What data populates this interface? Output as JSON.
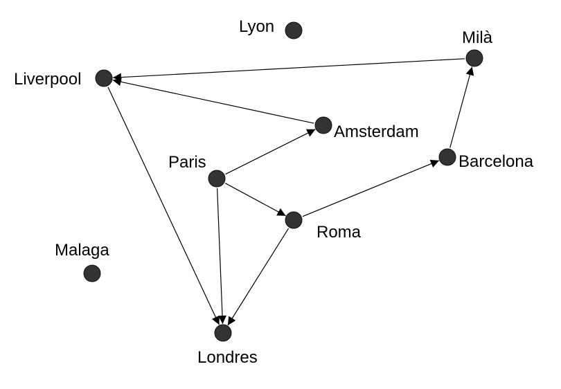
{
  "graph": {
    "nodes": [
      {
        "id": "lyon",
        "label": "Lyon"
      },
      {
        "id": "mila",
        "label": "Milà"
      },
      {
        "id": "liverpool",
        "label": "Liverpool"
      },
      {
        "id": "amsterdam",
        "label": "Amsterdam"
      },
      {
        "id": "paris",
        "label": "Paris"
      },
      {
        "id": "barcelona",
        "label": "Barcelona"
      },
      {
        "id": "roma",
        "label": "Roma"
      },
      {
        "id": "malaga",
        "label": "Malaga"
      },
      {
        "id": "londres",
        "label": "Londres"
      }
    ],
    "edges": [
      {
        "from": "mila",
        "to": "liverpool"
      },
      {
        "from": "amsterdam",
        "to": "liverpool"
      },
      {
        "from": "paris",
        "to": "amsterdam"
      },
      {
        "from": "paris",
        "to": "roma"
      },
      {
        "from": "paris",
        "to": "londres"
      },
      {
        "from": "roma",
        "to": "barcelona"
      },
      {
        "from": "roma",
        "to": "londres"
      },
      {
        "from": "barcelona",
        "to": "mila"
      },
      {
        "from": "liverpool",
        "to": "londres"
      }
    ],
    "colors": {
      "node_fill": "#333333",
      "node_stroke": "#111111",
      "edge": "#000000",
      "label": "#000000"
    }
  }
}
